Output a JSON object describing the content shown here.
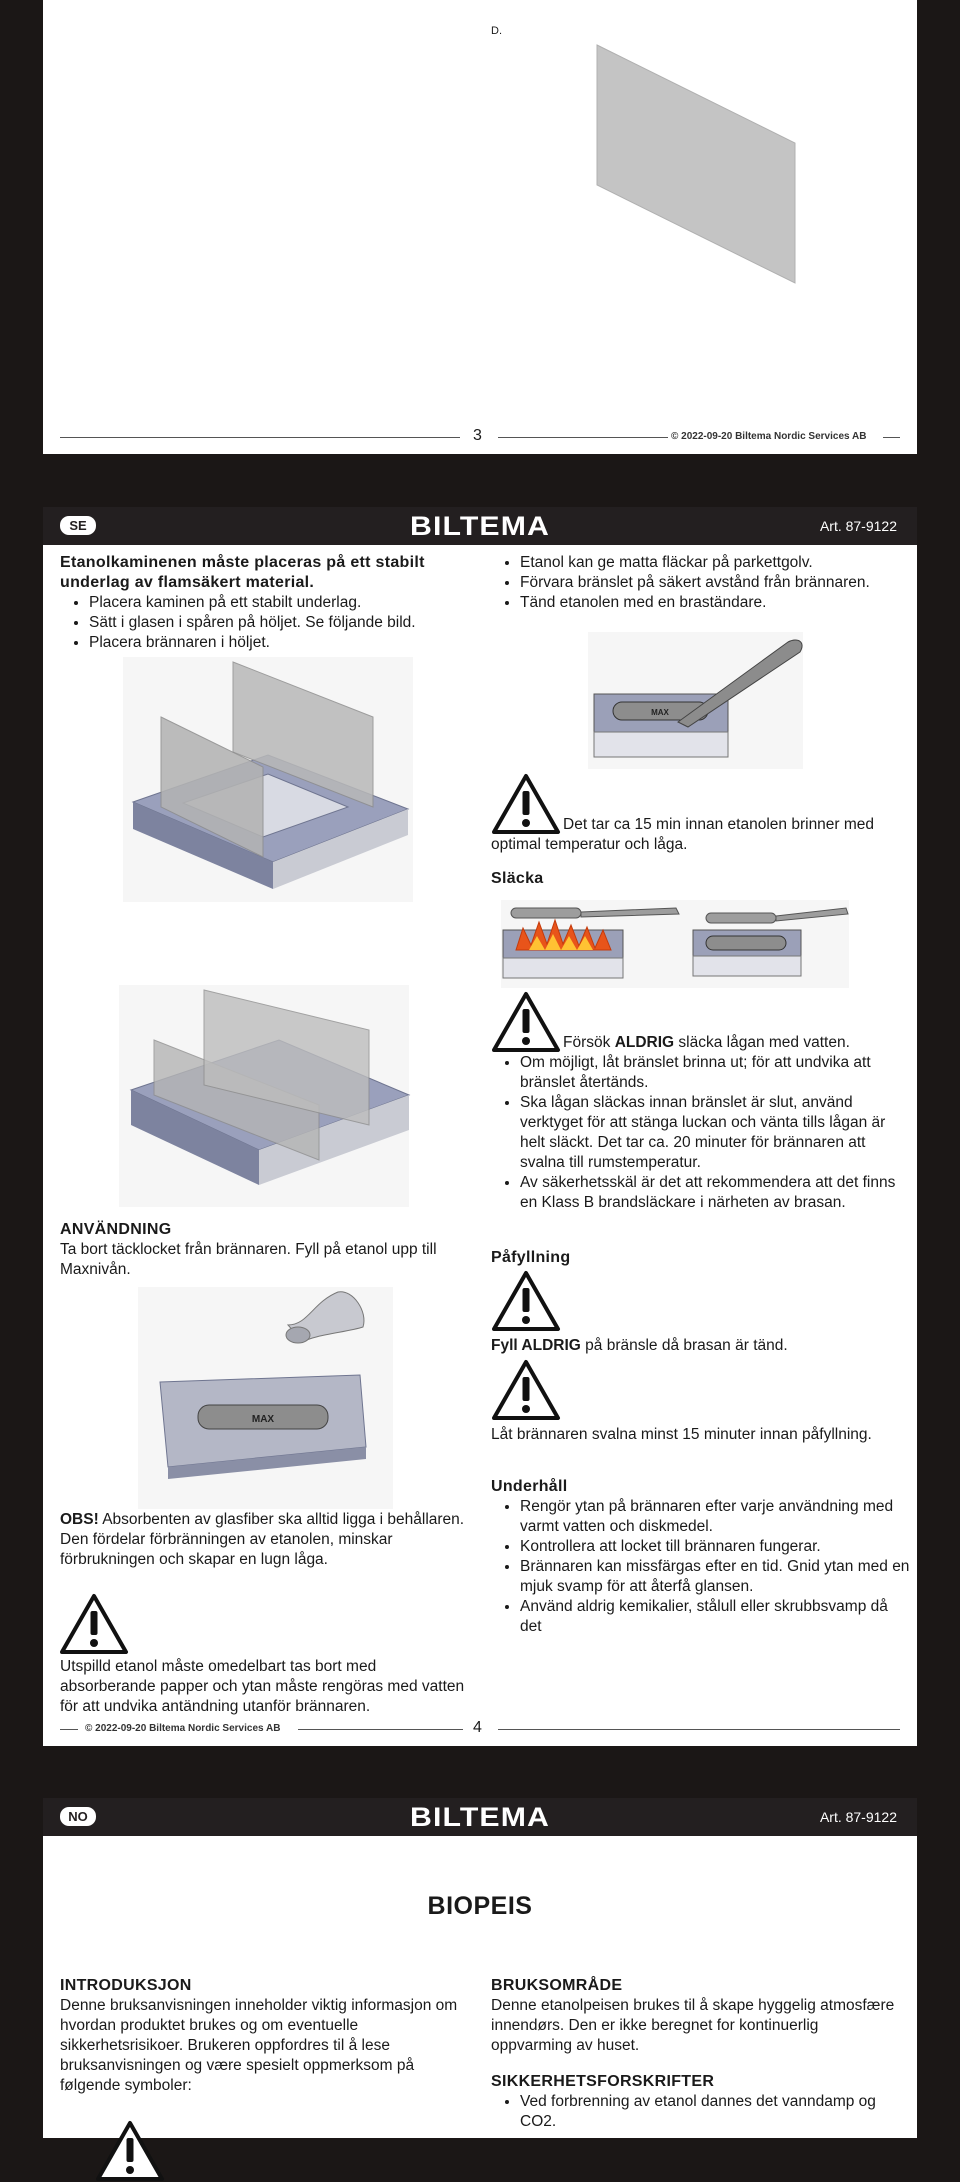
{
  "page3": {
    "figure_label": "D.",
    "page_number": "3",
    "copyright": "© 2022-09-20 Biltema Nordic Services AB"
  },
  "page4": {
    "lang": "SE",
    "brand": "BILTEMA",
    "art": "Art. 87-9122",
    "left": {
      "heading": "Etanolkaminenen måste placeras på ett stabilt underlag av flamsäkert material.",
      "bullets": [
        "Placera kaminen på ett stabilt underlag.",
        "Sätt i glasen i spåren på höljet. Se följande bild.",
        "Placera brännaren i höljet."
      ],
      "anvandning_heading": "ANVÄNDNING",
      "anvandning_text": "Ta bort täcklocket från brännaren. Fyll på etanol upp till Maxnivån.",
      "burner_label": "MAX",
      "obs_label": "OBS!",
      "obs_text": " Absorbenten av glasfiber ska alltid ligga i behållaren. Den fördelar förbränningen av etanolen, minskar förbrukningen och skapar en lugn låga.",
      "spill_text": "Utspilld etanol måste omedelbart tas bort med absorberande papper och ytan måste rengöras med vatten för att undvika antändning utanför brännaren."
    },
    "right": {
      "bullets": [
        "Etanol kan ge matta fläckar på parkettgolv.",
        "Förvara bränslet på säkert avstånd från brännaren.",
        "Tänd etanolen med en braständare."
      ],
      "burner_label": "MAX",
      "warn1_text": "Det tar ca 15 min innan etanolen brinner med optimal temperatur och låga.",
      "slacka_heading": "Släcka",
      "warn2_pre": "Försök ",
      "warn2_bold": "ALDRIG",
      "warn2_post": " släcka lågan med vatten.",
      "slacka_bullets": [
        "Om möjligt, låt bränslet brinna ut; för att undvika att bränslet återtänds.",
        "Ska lågan släckas innan bränslet är slut, använd verktyget för att stänga luckan och vänta tills lågan är helt släckt. Det tar ca. 20 minuter för brännaren att svalna till rumstemperatur.",
        "Av säkerhetsskäl är det att rekommendera att det finns en Klass B brandsläckare i närheten av brasan."
      ],
      "pafyllning_heading": "Påfyllning",
      "fyll_bold": "Fyll ALDRIG",
      "fyll_post": " på bränsle då brasan är tänd.",
      "svalna_text": "Låt brännaren svalna minst 15 minuter innan påfyllning.",
      "underhall_heading": "Underhåll",
      "underhall_bullets": [
        "Rengör ytan på brännaren efter varje användning med varmt vatten och diskmedel.",
        "Kontrollera att locket till brännaren fungerar.",
        "Brännaren kan missfärgas efter en tid. Gnid ytan med en mjuk svamp för att återfå glansen.",
        "Använd aldrig kemikalier, stålull eller skrubbsvamp då det"
      ]
    },
    "copyright": "© 2022-09-20 Biltema Nordic Services AB",
    "page_number": "4"
  },
  "page5": {
    "lang": "NO",
    "brand": "BILTEMA",
    "art": "Art. 87-9122",
    "title": "BIOPEIS",
    "intro_heading": "INTRODUKSJON",
    "intro_text": "Denne bruksanvisningen inneholder viktig informasjon om hvordan produktet brukes og om eventuelle sikkerhetsrisikoer. Brukeren oppfordres til å lese bruksanvisningen og være spesielt oppmerksom på følgende symboler:",
    "bruk_heading": "BRUKSOMRÅDE",
    "bruk_text": "Denne etanolpeisen brukes til å skape hyggelig atmosfære innendørs. Den er ikke beregnet for kontinuerlig oppvarming av huset.",
    "sikk_heading": "SIKKERHETSFORSKRIFTER",
    "sikk_bullets": [
      "Ved forbrenning av etanol dannes det vanndamp og CO2."
    ]
  },
  "colors": {
    "background": "#1b1716",
    "header": "#231f20",
    "glass": "#bdbdbd",
    "steel": "#8e94b0"
  }
}
